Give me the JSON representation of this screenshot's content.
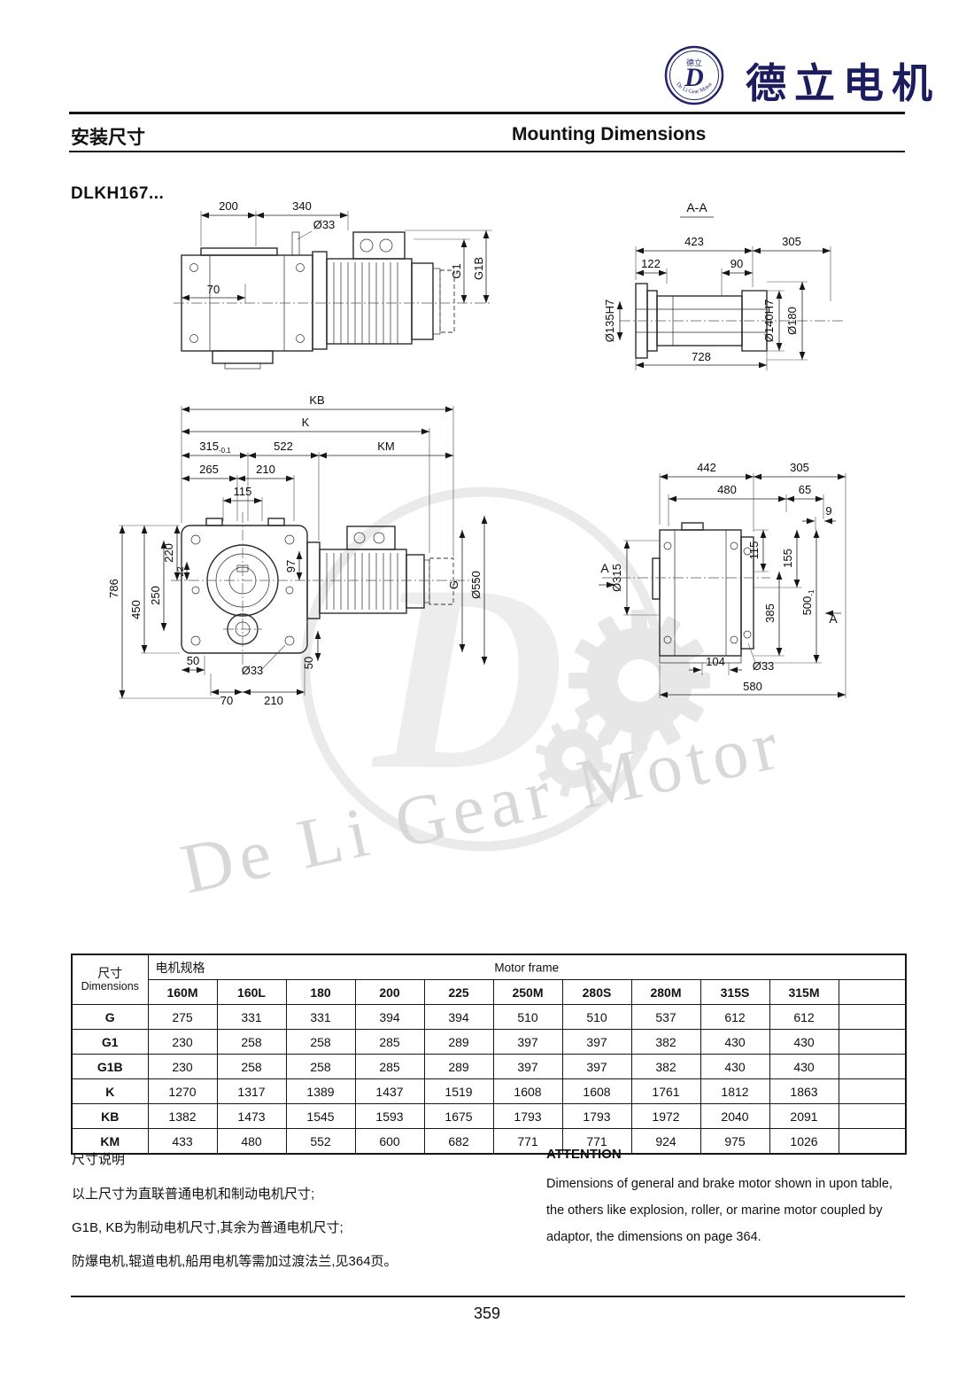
{
  "page": {
    "number": "359"
  },
  "header": {
    "brand": "德立电机",
    "logo_text": "De Li Gear Motor",
    "emblem_cn": "德立",
    "monogram": "D"
  },
  "title": {
    "zh": "安装尺寸",
    "en": "Mounting Dimensions"
  },
  "model": "DLKH167...",
  "watermark": {
    "text": "De Li Gear Motor",
    "monogram": "D"
  },
  "drawing1": {
    "dim_200": "200",
    "dim_340": "340",
    "dia_33": "Ø33",
    "dim_70": "70",
    "g1": "G1",
    "g1b": "G1B"
  },
  "drawing2": {
    "title": "A-A",
    "dim_423": "423",
    "dim_305": "305",
    "dim_122": "122",
    "dim_90": "90",
    "dim_728": "728",
    "dia_135": "Ø135H7",
    "dia_140": "Ø140H7",
    "dia_180": "Ø180"
  },
  "drawing3": {
    "kb": "KB",
    "k": "K",
    "dim_315": "315",
    "dim_315_tol": "-0.1",
    "dim_522": "522",
    "km": "KM",
    "dim_265": "265",
    "dim_210": "210",
    "dim_115": "115",
    "dim_220": "220",
    "dim_22": "22",
    "dim_250": "250",
    "dim_786": "786",
    "dim_450": "450",
    "dim_97": "97",
    "g": "G",
    "dia_550": "Ø550",
    "dim_50_left": "50",
    "dia_33": "Ø33",
    "dim_50_right": "50",
    "dim_70": "70",
    "dim_210_b": "210"
  },
  "drawing4": {
    "dim_442": "442",
    "dim_305": "305",
    "dim_480": "480",
    "dim_65": "65",
    "dim_9": "9",
    "dim_115": "115",
    "dia_315": "Ø315",
    "dim_155": "155",
    "dim_385": "385",
    "dim_500": "500",
    "dim_500_tol": "-1",
    "section_a1": "A",
    "section_a2": "A",
    "dim_104": "104",
    "dia_33": "Ø33",
    "dim_580": "580"
  },
  "table": {
    "corner_zh": "尺寸",
    "corner_en": "Dimensions",
    "motor_spec_zh": "电机规格",
    "motor_frame_en": "Motor frame",
    "frames": [
      "160M",
      "160L",
      "180",
      "200",
      "225",
      "250M",
      "280S",
      "280M",
      "315S",
      "315M"
    ],
    "rows": [
      {
        "label": "G",
        "values": [
          "275",
          "331",
          "331",
          "394",
          "394",
          "510",
          "510",
          "537",
          "612",
          "612"
        ]
      },
      {
        "label": "G1",
        "values": [
          "230",
          "258",
          "258",
          "285",
          "289",
          "397",
          "397",
          "382",
          "430",
          "430"
        ]
      },
      {
        "label": "G1B",
        "values": [
          "230",
          "258",
          "258",
          "285",
          "289",
          "397",
          "397",
          "382",
          "430",
          "430"
        ]
      },
      {
        "label": "K",
        "values": [
          "1270",
          "1317",
          "1389",
          "1437",
          "1519",
          "1608",
          "1608",
          "1761",
          "1812",
          "1863"
        ]
      },
      {
        "label": "KB",
        "values": [
          "1382",
          "1473",
          "1545",
          "1593",
          "1675",
          "1793",
          "1793",
          "1972",
          "2040",
          "2091"
        ]
      },
      {
        "label": "KM",
        "values": [
          "433",
          "480",
          "552",
          "600",
          "682",
          "771",
          "771",
          "924",
          "975",
          "1026"
        ]
      }
    ]
  },
  "notes": {
    "zh_title": "尺寸说明",
    "zh_line1": "以上尺寸为直联普通电机和制动电机尺寸;",
    "zh_line2": "G1B, KB为制动电机尺寸,其余为普通电机尺寸;",
    "zh_line3": "防爆电机,辊道电机,船用电机等需加过渡法兰,见364页。",
    "en_title": "ATTENTION",
    "en_line1": "Dimensions of general and brake motor shown in upon table,",
    "en_line2": "the others like explosion, roller, or marine motor coupled by",
    "en_line3": "adaptor, the dimensions on page 364."
  }
}
